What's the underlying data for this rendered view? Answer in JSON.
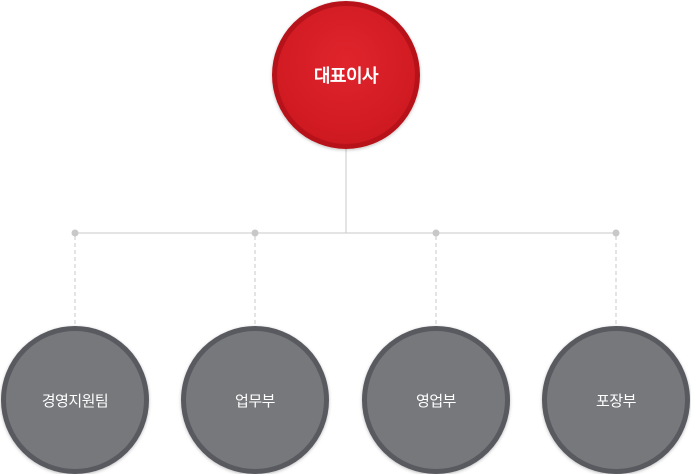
{
  "org_chart": {
    "root": {
      "label": "대표이사",
      "color": "#d01a22",
      "border_color": "#b71219"
    },
    "departments": [
      {
        "label": "경영지원팀"
      },
      {
        "label": "업무부"
      },
      {
        "label": "영업부"
      },
      {
        "label": "포장부"
      }
    ],
    "dept_color": "#77787c",
    "dept_border_color": "#595a60",
    "connector_color": "#c8c8c8"
  }
}
